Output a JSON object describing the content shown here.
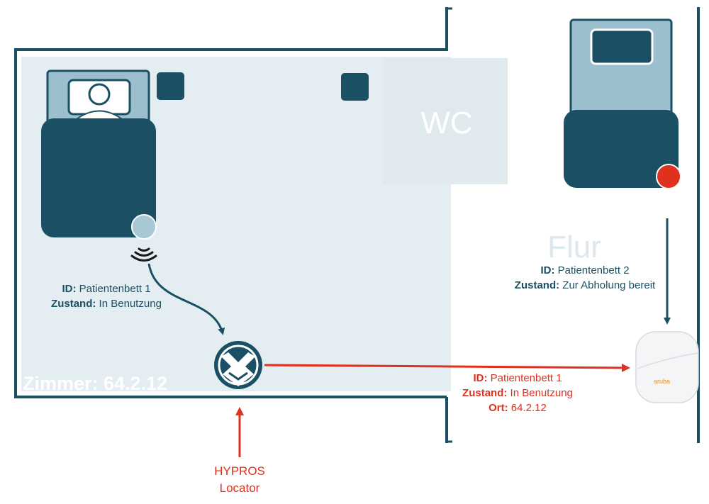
{
  "colors": {
    "wall": "#1b4f63",
    "room_fill": "#e4edf2",
    "wc_fill": "#dfe9ee",
    "bed_dark": "#1b4f63",
    "bed_light": "#9bbfcd",
    "tag_light": "#a8c8d5",
    "alert": "#e0301e",
    "flur_text": "#dde8ee"
  },
  "room": {
    "label": "Zimmer: 64.2.12"
  },
  "wc": {
    "label": "WC"
  },
  "corridor": {
    "label": "Flur"
  },
  "bed1": {
    "id_key": "ID:",
    "id_value": " Patientenbett 1",
    "state_key": "Zustand:",
    "state_value": " In Benutzung"
  },
  "bed2": {
    "id_key": "ID:",
    "id_value": " Patientenbett 2",
    "state_key": "Zustand:",
    "state_value": " Zur Abholung bereit"
  },
  "message": {
    "id_key": "ID:",
    "id_value": " Patientenbett 1",
    "state_key": "Zustand:",
    "state_value": " In Benutzung",
    "location_key": "Ort:",
    "location_value": " 64.2.12"
  },
  "locator": {
    "line1": "HYPROS",
    "line2": "Locator"
  },
  "access_point": {
    "brand": "aruba"
  }
}
